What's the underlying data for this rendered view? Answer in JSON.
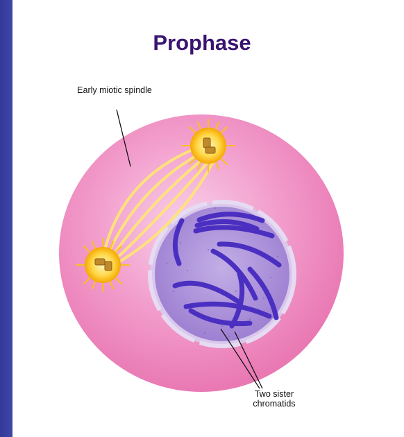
{
  "title": "Prophase",
  "labels": {
    "spindle": "Early miotic spindle",
    "chromatids": "Two sister chromatids"
  },
  "colors": {
    "frame": "#3a3f9e",
    "title": "#3a1470",
    "cytoplasm": "#f08cc0",
    "nucleus": "#a98ad6",
    "chromosome": "#4a2fc0",
    "spindle": "#ffe27a",
    "centrosome": "#f5c030"
  }
}
